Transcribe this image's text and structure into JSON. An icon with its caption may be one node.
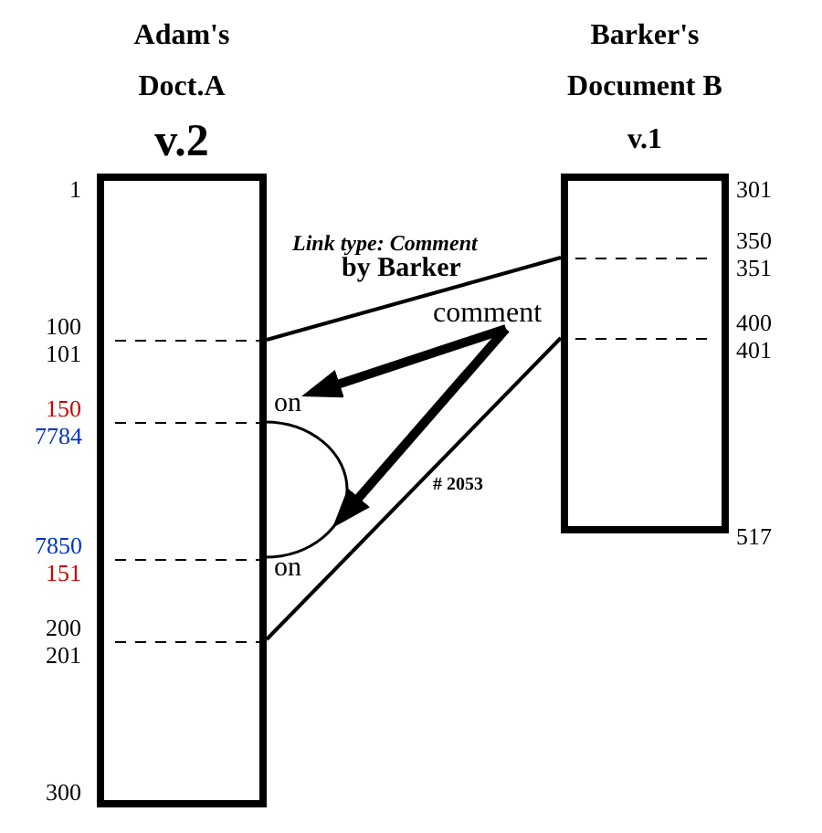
{
  "diagram": {
    "nodes": [
      {
        "text": [
          "Adam's Doct.A",
          "v.2"
        ],
        "beside": [
          "1",
          "100",
          "101",
          "150",
          "7784",
          "7850",
          "151",
          "200",
          "201",
          "300"
        ]
      },
      {
        "text": [
          "Barker's Document B",
          "v.1"
        ],
        "beside": [
          "301",
          "350",
          "351",
          "400",
          "401",
          "517"
        ]
      },
      {
        "text": [
          "comment"
        ]
      },
      {
        "text": [
          "on"
        ]
      },
      {
        "text": [],
        "shape": "arc"
      }
    ],
    "edges": [
      {
        "from": 0,
        "to": 1,
        "arrow": "none"
      },
      {
        "from": 0,
        "to": 1,
        "arrow": "none"
      },
      {
        "from": 2,
        "to": 3,
        "arrow": "to",
        "style": "thick"
      },
      {
        "from": 2,
        "to": 4,
        "arrow": "to",
        "style": "thick"
      }
    ],
    "labels": [
      "Link type: Comment",
      "by Barker",
      "# 2053",
      "on"
    ]
  }
}
